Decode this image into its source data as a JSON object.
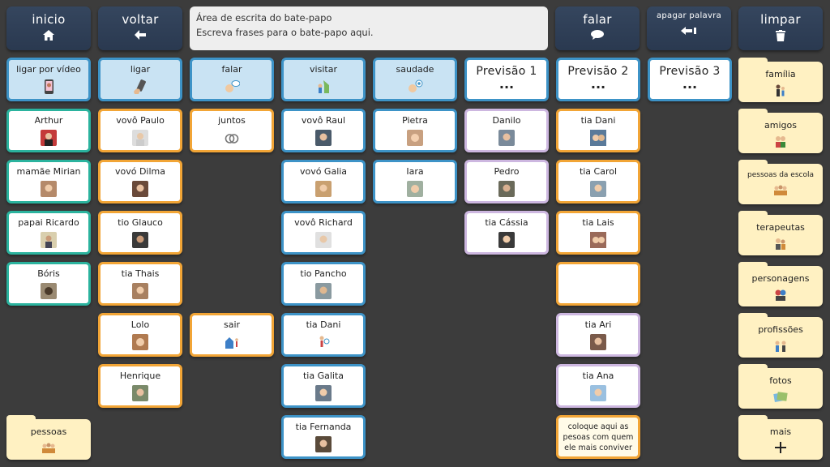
{
  "top_bar": {
    "inicio": "inicio",
    "voltar": "voltar",
    "falar": "falar",
    "apagar": "apagar palavra",
    "limpar": "limpar"
  },
  "chat_area": {
    "title": "Área de escrita do bate-papo",
    "hint": "Escreva frases para o bate-papo aqui."
  },
  "actions": {
    "ligar_video": "ligar por vídeo",
    "ligar": "ligar",
    "falar": "falar",
    "visitar": "visitar",
    "saudade": "saudade"
  },
  "predictions": {
    "p1": "Previsão 1",
    "p2": "Previsão 2",
    "p3": "Previsão 3",
    "dots": "..."
  },
  "col1": [
    "Arthur",
    "mamãe Mirian",
    "papai Ricardo",
    "Bóris"
  ],
  "col2": [
    "vovô Paulo",
    "vovó Dilma",
    "tio Glauco",
    "tia Thais",
    "Lolo",
    "Henrique"
  ],
  "col3": {
    "juntos": "juntos",
    "sair": "sair"
  },
  "col4": [
    "vovô Raul",
    "vovó Galia",
    "vovô Richard",
    "tio Pancho",
    "tia Dani",
    "tia Galita",
    "tia Fernanda"
  ],
  "col5": [
    "Pietra",
    "Iara"
  ],
  "col6": [
    "Danilo",
    "Pedro",
    "tia Cássia"
  ],
  "col7": {
    "names": [
      "tia Dani",
      "tia Carol",
      "tia Lais"
    ],
    "names2": [
      "tia Ari",
      "tia Ana"
    ],
    "note": "coloque aqui as pesoas com quem ele mais conviver"
  },
  "folders": [
    "família",
    "amigos",
    "pessoas da escola",
    "terapeutas",
    "personagens",
    "profissões",
    "fotos",
    "mais"
  ],
  "pessoas_folder": "pessoas",
  "colors": {
    "background": "#3c3c3c",
    "top_button": "#2f3f58",
    "teal": "#2bb39e",
    "orange": "#f2a536",
    "blue": "#3d93c7",
    "lilac": "#cdb7e0",
    "folder": "#fff1c2"
  }
}
